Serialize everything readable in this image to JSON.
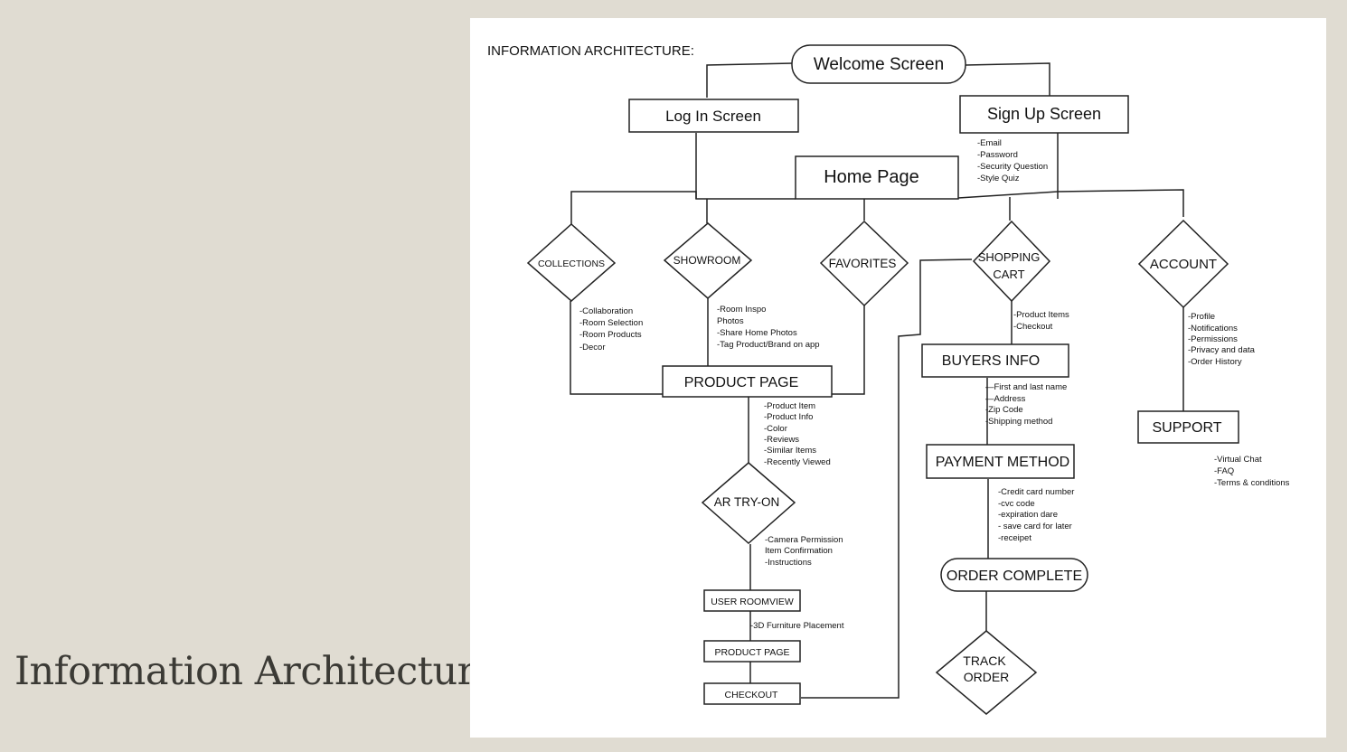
{
  "slide_title": "Information Architecture",
  "diagram": {
    "heading": "INFORMATION ARCHITECTURE:",
    "nodes": {
      "welcome": "Welcome Screen",
      "login": "Log In Screen",
      "signup": "Sign Up Screen",
      "home": "Home Page",
      "collections": "COLLECTIONS",
      "showroom": "SHOWROOM",
      "favorites": "FAVORITES",
      "shopping_cart": [
        "SHOPPING",
        "CART"
      ],
      "account": "ACCOUNT",
      "product_page": "PRODUCT PAGE",
      "buyers_info": "BUYERS INFO",
      "support": "SUPPORT",
      "payment_method": "PAYMENT METHOD",
      "ar_tryon": "AR TRY-ON",
      "order_complete": "ORDER COMPLETE",
      "user_roomview": "USER ROOMVIEW",
      "product_page_small": "PRODUCT PAGE",
      "checkout": "CHECKOUT",
      "track_order": [
        "TRACK",
        "ORDER"
      ]
    },
    "notes": {
      "signup": [
        "-Email",
        "-Password",
        "-Security Question",
        "-Style Quiz"
      ],
      "collections": [
        "-Collaboration",
        "-Room Selection",
        "-Room Products",
        "-Decor"
      ],
      "showroom": [
        "-Room Inspo",
        "Photos",
        "-Share Home Photos",
        "-Tag Product/Brand on app"
      ],
      "shopping_cart": [
        "-Product Items",
        "-Checkout"
      ],
      "account": [
        "-Profile",
        "-Notifications",
        "-Permissions",
        "-Privacy and data",
        "-Order History"
      ],
      "buyers_info": [
        "—First and last name",
        "—Address",
        "-Zip Code",
        "-Shipping method"
      ],
      "product_page": [
        "-Product Item",
        "-Product Info",
        "-Color",
        "-Reviews",
        "-Similar Items",
        "-Recently Viewed"
      ],
      "support": [
        "-Virtual Chat",
        "-FAQ",
        "-Terms & conditions"
      ],
      "payment_method": [
        "-Credit card number",
        "-cvc code",
        "-expiration dare",
        "- save card for later",
        "-receipet"
      ],
      "ar_tryon": [
        "-Camera Permission",
        "Item Confirmation",
        "-Instructions"
      ],
      "user_roomview": [
        "-3D Furniture Placement"
      ]
    }
  }
}
